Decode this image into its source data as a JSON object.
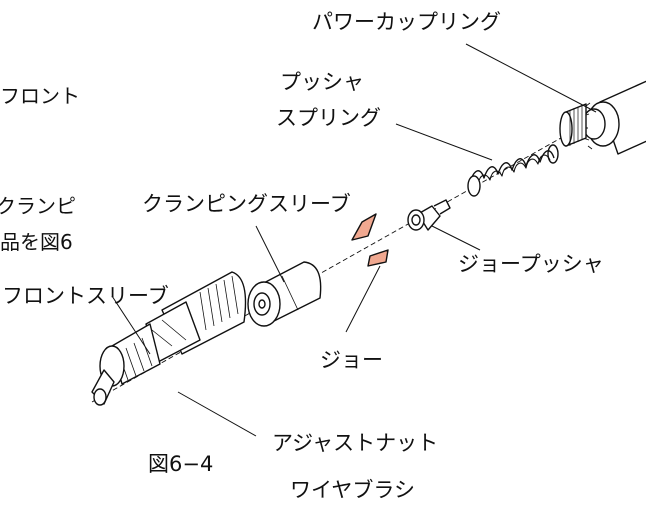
{
  "labels": {
    "power_coupling": "パワーカップリング",
    "pusher_spring_line1": "プッシャ",
    "pusher_spring_line2": "スプリング",
    "clamping_sleeve": "クランピングスリーブ",
    "jaw_pusher": "ジョープッシャ",
    "front_sleeve": "フロントスリーブ",
    "jaw": "ジョー",
    "adjust_nut": "アジャストナット",
    "figure_number": "図6−4",
    "wire_brush": "ワイヤブラシ"
  },
  "cut_text": {
    "line1": "フロント",
    "line2": "クランピ",
    "line3": "品を図6"
  },
  "colors": {
    "line": "#111111",
    "fill": "#ffffff",
    "jaw_fill": "#f0a890"
  }
}
